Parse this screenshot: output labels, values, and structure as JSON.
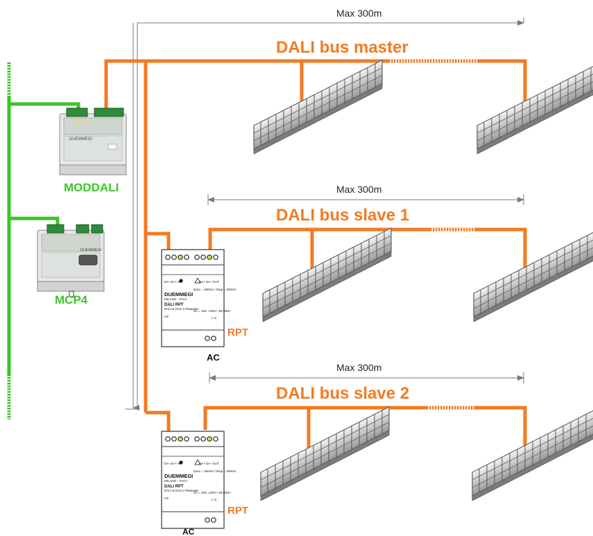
{
  "colors": {
    "bus_orange": "#f47a20",
    "control_green": "#3ec42a",
    "dimension_gray": "#8a8a8a"
  },
  "buses": [
    {
      "label": "DALI bus master",
      "span": "Max 300m"
    },
    {
      "label": "DALI bus slave 1",
      "span": "Max 300m"
    },
    {
      "label": "DALI bus slave 2",
      "span": "Max 300m"
    }
  ],
  "devices": {
    "moddali": {
      "label": "MODDALI",
      "brand": "DUEMMEGI"
    },
    "mcp4": {
      "label": "MCP4",
      "brand": "DUEMMEGI"
    },
    "repeater": {
      "label": "RPT",
      "supply_label": "AC",
      "brand": "DUEMMEGI",
      "brand_sub": "MILANO - ITALY",
      "model": "DALI RPT",
      "model_sub": "DALI & DALI-2 Repeater",
      "terminal_in": "DA- DA+ IN",
      "terminal_out": "DA+ DA- OUT",
      "spec": "Ipsur = 250mA / Ilsup = 250mA",
      "supply_spec": "Un = 100...240V~ 50-60Hz",
      "ln": "L   N",
      "ce": "CE"
    }
  },
  "icons": [
    "lamp-icon",
    "terminal-screw-icon",
    "warning-icon",
    "dali-logo-icon"
  ]
}
